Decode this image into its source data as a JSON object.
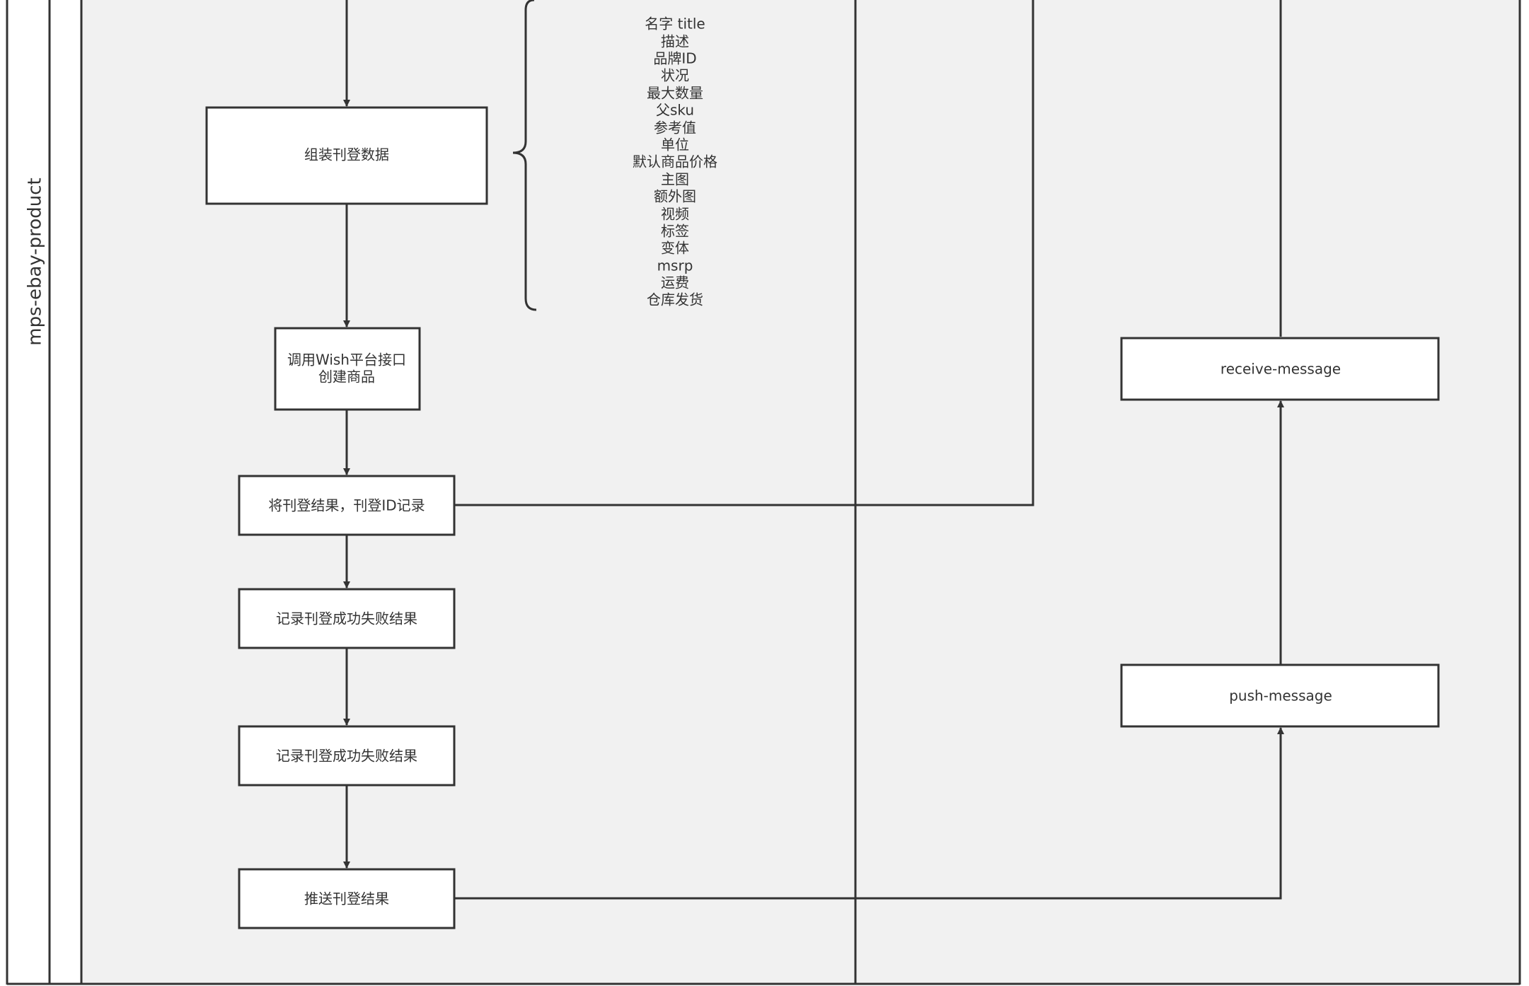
{
  "diagram": {
    "lane_title": "mps-ebay-product",
    "nodes": {
      "assemble": "组装刊登数据",
      "call_api": [
        "调用Wish平台接口",
        "创建商品"
      ],
      "record_id": "将刊登结果，刊登ID记录",
      "record_result_1": "记录刊登成功失败结果",
      "record_result_2": "记录刊登成功失败结果",
      "push_result": "推送刊登结果",
      "receive_message": "receive-message",
      "push_message": "push-message"
    },
    "attributes": [
      "名字 title",
      "描述",
      "品牌ID",
      "状况",
      "最大数量",
      "父sku",
      "参考值",
      "单位",
      "默认商品价格",
      "主图",
      "额外图",
      "视频",
      "标签",
      "变体",
      "msrp",
      "运费",
      "仓库发货"
    ],
    "colors": {
      "lane_fill": "#f1f1f1",
      "box_fill": "#ffffff",
      "line": "#333333"
    }
  }
}
